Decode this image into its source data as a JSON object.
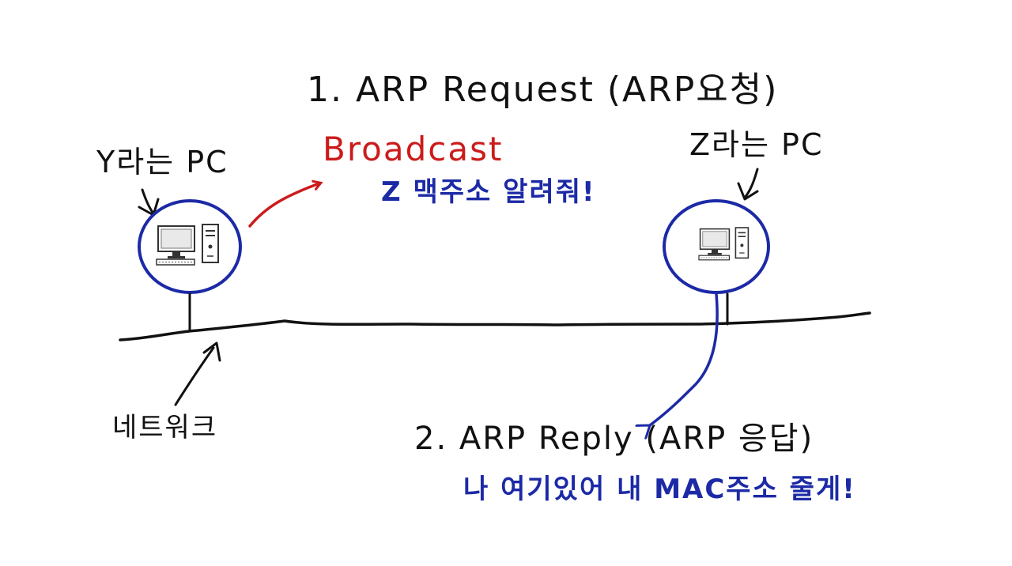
{
  "labels": {
    "request_title": "1. ARP Request (ARP요청)",
    "broadcast": "Broadcast",
    "request_message": "Z 맥주소 알려줘!",
    "pc_y": "Y라는 PC",
    "pc_z": "Z라는 PC",
    "network": "네트워크",
    "reply_title": "2. ARP Reply (ARP 응답)",
    "reply_message": "나 여기있어 내 MAC주소 줄게!"
  },
  "colors": {
    "ink": "#111111",
    "red": "#cc1b1b",
    "blue": "#1c2aa6",
    "gray": "#555555",
    "background": "#ffffff"
  },
  "icons": {
    "pc_y": "desktop-computer-icon",
    "pc_z": "desktop-computer-icon"
  }
}
